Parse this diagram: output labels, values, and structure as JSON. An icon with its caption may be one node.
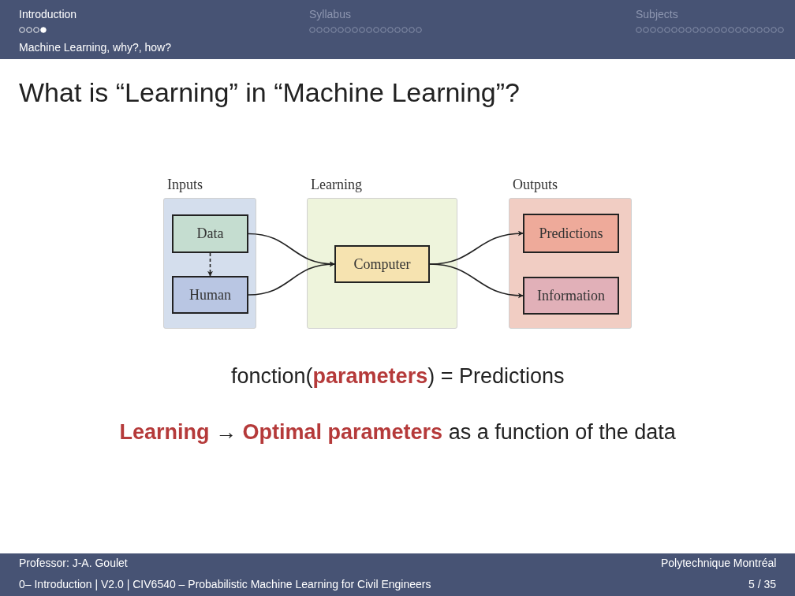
{
  "diagram": {
    "title": "What is “Learning” in “Machine Learning”?",
    "nodes": [
      {
        "text": [
          "Inputs"
        ]
      },
      {
        "text": [
          "Data"
        ],
        "in": 0
      },
      {
        "text": [
          "Human"
        ],
        "in": 0
      },
      {
        "text": [
          "Learning"
        ]
      },
      {
        "text": [
          "Computer"
        ],
        "in": 3
      },
      {
        "text": [
          "Outputs"
        ]
      },
      {
        "text": [
          "Predictions"
        ],
        "in": 5
      },
      {
        "text": [
          "Information"
        ],
        "in": 5
      }
    ],
    "edges": [
      {
        "from": 1,
        "to": 2,
        "arrow": "to",
        "style": "dashed"
      },
      {
        "from": 1,
        "to": 4,
        "arrow": "to"
      },
      {
        "from": 2,
        "to": 4,
        "arrow": "to"
      },
      {
        "from": 4,
        "to": 6,
        "arrow": "to"
      },
      {
        "from": 4,
        "to": 7,
        "arrow": "to"
      }
    ],
    "labels": [
      "Introduction",
      "Syllabus",
      "Subjects",
      "Machine Learning, why?, how?",
      "fonction(**parameters**) = Predictions",
      "**Learning** → **Optimal parameters** as a function of the data",
      "Professor: J-A. Goulet",
      "Polytechnique Montréal",
      "0– Introduction | V2.0 | CIV6540 – Probabilistic Machine Learning for Civil Engineers",
      "5 / 35"
    ]
  }
}
